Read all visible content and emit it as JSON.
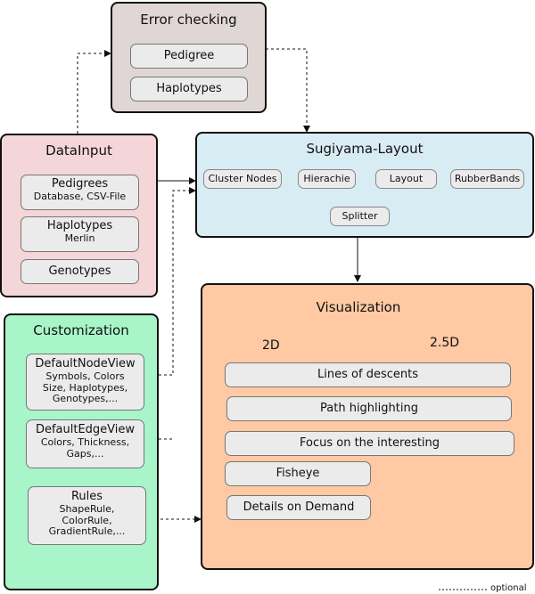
{
  "error_checking": {
    "title": "Error checking",
    "items": [
      "Pedigree",
      "Haplotypes"
    ]
  },
  "data_input": {
    "title": "DataInput",
    "items": [
      {
        "main": "Pedigrees",
        "sub": "Database, CSV-File"
      },
      {
        "main": "Haplotypes",
        "sub": "Merlin"
      },
      {
        "main": "Genotypes",
        "sub": ""
      }
    ]
  },
  "sugiyama": {
    "title": "Sugiyama-Layout",
    "nodes": [
      "Cluster Nodes",
      "Hierachie",
      "Layout",
      "RubberBands",
      "Splitter"
    ]
  },
  "customization": {
    "title": "Customization",
    "items": [
      {
        "main": "DefaultNodeView",
        "sub": "Symbols, Colors Size, Haplotypes, Genotypes,..."
      },
      {
        "main": "DefaultEdgeView",
        "sub": "Colors, Thickness, Gaps,..."
      },
      {
        "main": "Rules",
        "sub": "ShapeRule, ColorRule, GradientRule,..."
      }
    ]
  },
  "visualization": {
    "title": "Visualization",
    "label_2d": "2D",
    "label_25d": "2.5D",
    "items": [
      "Lines of descents",
      "Path highlighting",
      "Focus on the interesting",
      "Fisheye",
      "Details on Demand"
    ]
  },
  "legend": {
    "text": "optional"
  },
  "colors": {
    "error_checking": "#e0d6d6",
    "data_input": "#f4d6d8",
    "sugiyama": "#d8ecf3",
    "customization": "#a8f5c9",
    "visualization": "#fec9a3"
  }
}
